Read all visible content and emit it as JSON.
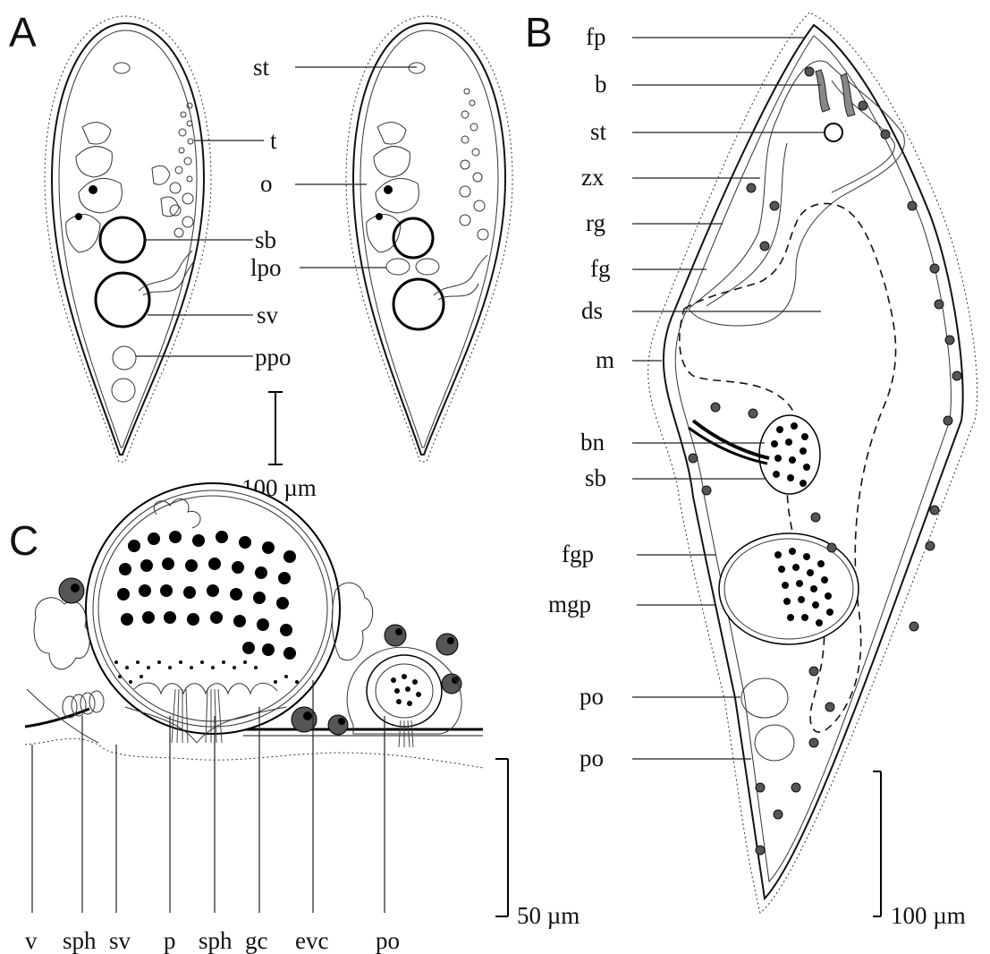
{
  "panels": {
    "a": "A",
    "b": "B",
    "c": "C"
  },
  "panel_a": {
    "labels": [
      "st",
      "t",
      "o",
      "sb",
      "lpo",
      "sv",
      "ppo"
    ],
    "scale": "100 µm"
  },
  "panel_b": {
    "labels": [
      "fp",
      "b",
      "st",
      "zx",
      "rg",
      "fg",
      "ds",
      "m",
      "bn",
      "sb",
      "fgp",
      "mgp",
      "po",
      "po"
    ],
    "scale": "100 µm"
  },
  "panel_c": {
    "labels": [
      "v",
      "sph",
      "sv",
      "p",
      "sph",
      "gc",
      "evc",
      "po"
    ],
    "scale": "50 µm"
  }
}
